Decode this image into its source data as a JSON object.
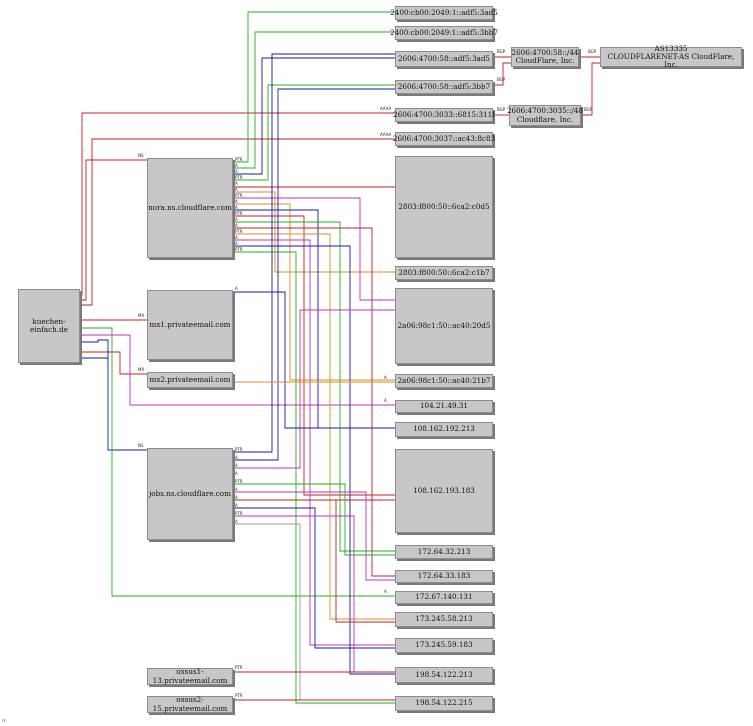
{
  "nodes": {
    "root": "kuechen-einfach.de",
    "nora": "nora.ns.cloudflare.com",
    "jobs": "jobs.ns.cloudflare.com",
    "mx1": "mx1.privateemail.com",
    "mx2": "mx2.privateemail.com",
    "oxsus13": "oxsus1-13.privateemail.com",
    "oxsus15": "oxsus2-15.privateemail.com",
    "ip_v6_1": "2400:cb00:2049:1::adf5:3ad5",
    "ip_v6_2": "2400:cb00:2049:1::adf5:3bb7",
    "ip_v6_3": "2606:4700:58::adf5:3ad5",
    "ip_v6_4": "2606:4700:58::adf5:3bb7",
    "ip_v6_5": "2803:f800:50::6ca2:c0d5",
    "ip_v6_6": "2803:f800:50::6ca2:c1b7",
    "ip_v6_7": "2a06:98c1:50::ac40:20d5",
    "ip_v6_8": "2a06:98c1:50::ac40:21b7",
    "ip_v6_9": "2606:4700:3033::6815:311f",
    "ip_v6_10": "2606:4700:3037::ac43:8c83",
    "ip_v4_1": "104.21.49.31",
    "ip_v4_2": "108.162.192.213",
    "ip_v4_3": "108.162.193.183",
    "ip_v4_4": "172.64.32.213",
    "ip_v4_5": "172.64.33.183",
    "ip_v4_6": "172.67.140.131",
    "ip_v4_7": "173.245.58.213",
    "ip_v4_8": "173.245.59.183",
    "ip_v4_9": "198.54.122.213",
    "ip_v4_10": "198.54.122.215",
    "net1": "2606:4700:58::/44\nCloudFlare, Inc.",
    "net2": "2606:4700:3035::/48\nCloudflare, Inc.",
    "asn": "AS13335\nCLOUDFLARENET-AS CloudFlare, Inc."
  },
  "edge_labels": {
    "a": "A",
    "aaaa": "AAAA",
    "ns": "NS",
    "mx": "MX",
    "ptr": "PTR",
    "bgp": "BGP"
  },
  "colors": {
    "green": "#22b022",
    "blue": "#1a1aa8",
    "red": "#c22020",
    "magenta": "#c030c0",
    "orange": "#d89020",
    "gray": "#9a9a9a"
  },
  "footer": "rk"
}
